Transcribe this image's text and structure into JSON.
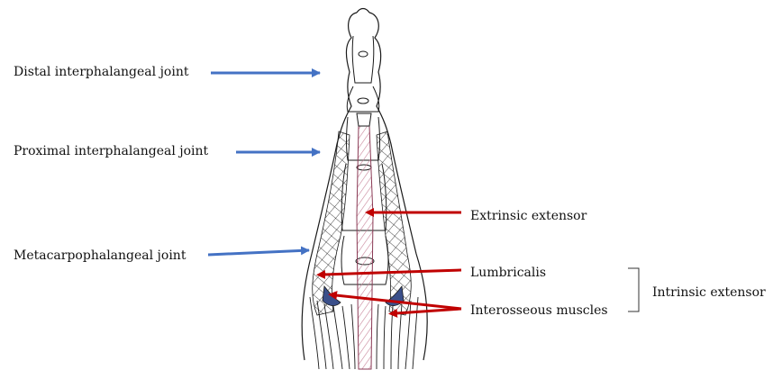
{
  "labels": {
    "dip": "Distal interphalangeal joint",
    "pip": "Proximal interphalangeal joint",
    "mcp": "Metacarpophalangeal joint",
    "extrinsic": "Extrinsic extensor",
    "lumbricalis": "Lumbricalis",
    "interosseous": "Interosseous muscles",
    "intrinsic": "Intrinsic extensor"
  },
  "colors": {
    "joint_arrow": "#4472c4",
    "muscle_arrow": "#c00000",
    "sketch_line": "#1a1a1a",
    "tendon_hatch": "#c8849a"
  }
}
